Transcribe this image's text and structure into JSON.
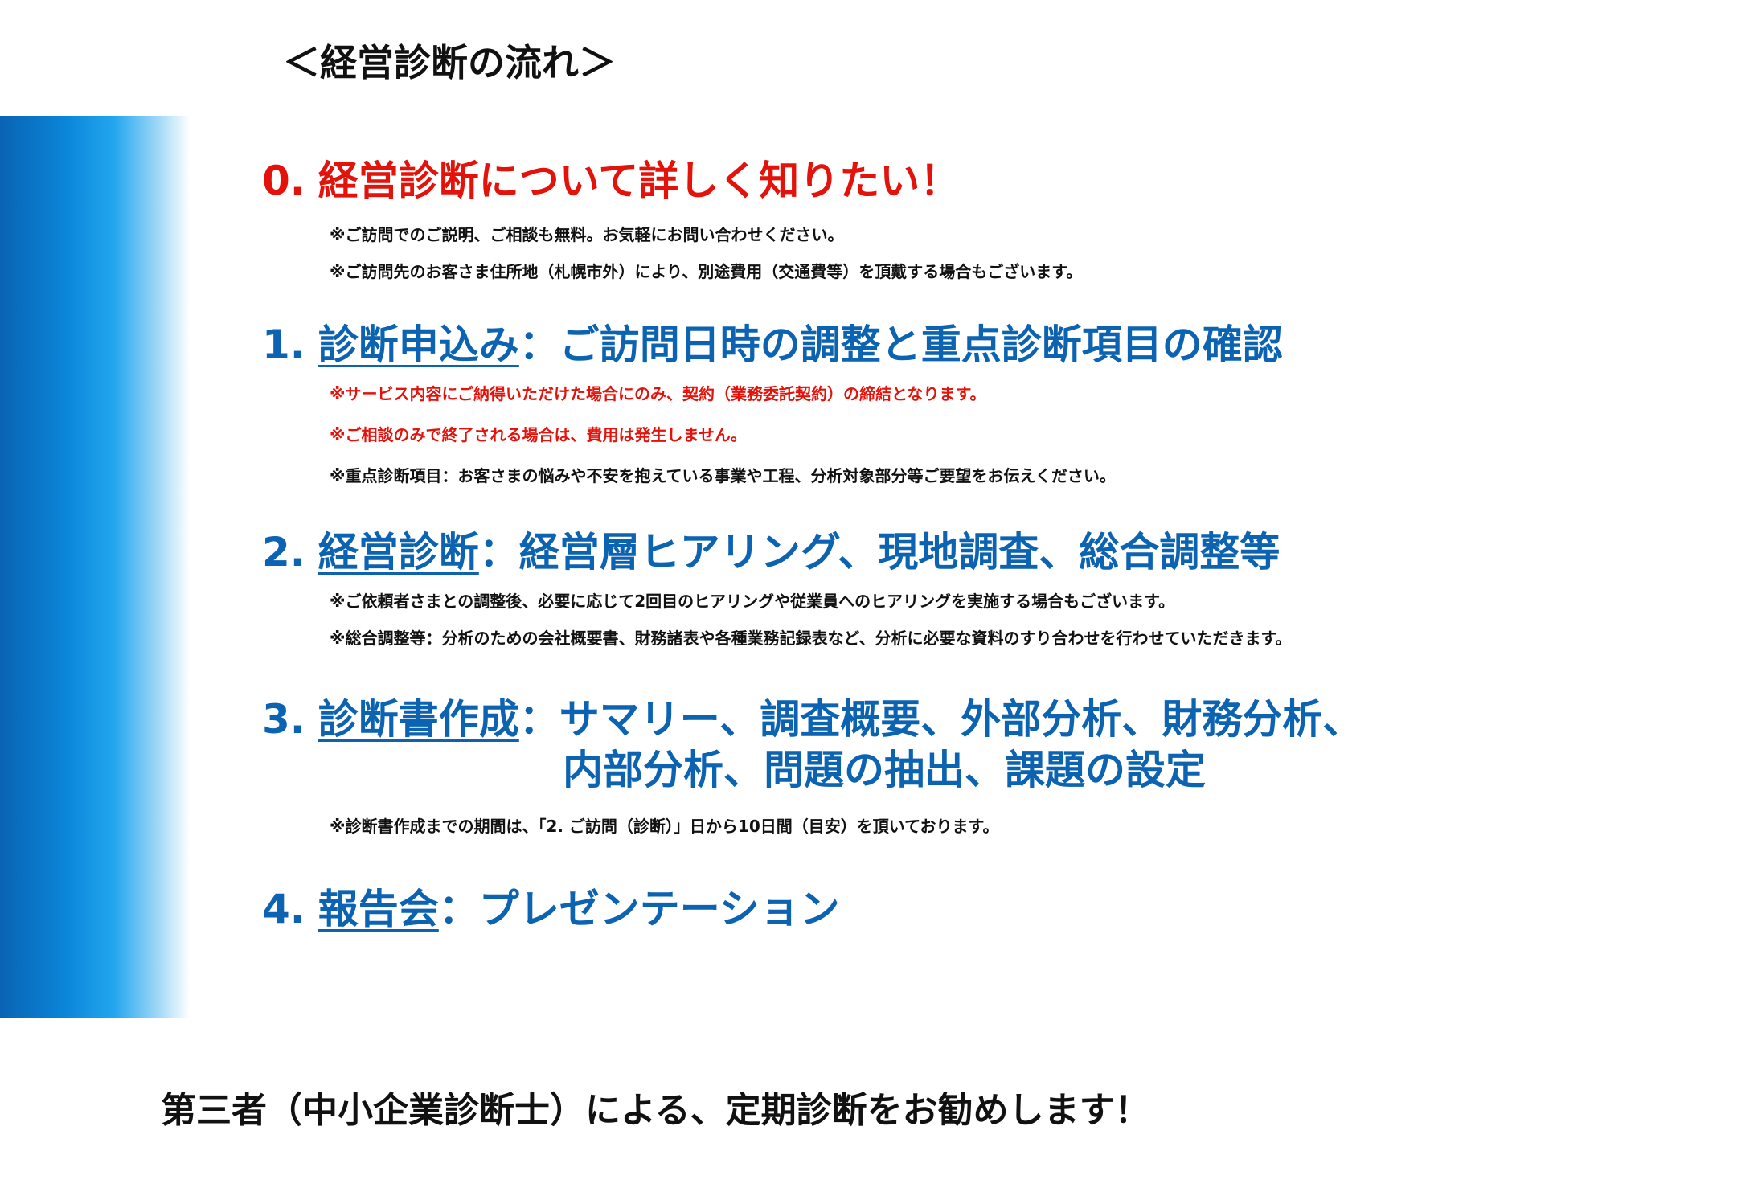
{
  "title": "＜経営診断の流れ＞",
  "steps": [
    {
      "num": "0.",
      "heading": "経営診断について詳しく知りたい！",
      "notes": [
        "※ご訪問でのご説明、ご相談も無料。お気軽にお問い合わせください。",
        "※ご訪問先のお客さま住所地（札幌市外）により、別途費用（交通費等）を頂戴する場合もございます。"
      ]
    },
    {
      "num": "1.",
      "name": "診断申込み",
      "desc": "：ご訪問日時の調整と重点診断項目の確認",
      "red_notes": [
        "※サービス内容にご納得いただけた場合にのみ、契約（業務委託契約）の締結となります。",
        "※ご相談のみで終了される場合は、費用は発生しません。"
      ],
      "notes": [
        "※重点診断項目：お客さまの悩みや不安を抱えている事業や工程、分析対象部分等ご要望をお伝えください。"
      ]
    },
    {
      "num": "2.",
      "name": "経営診断",
      "desc": "：経営層ヒアリング、現地調査、総合調整等",
      "notes": [
        "※ご依頼者さまとの調整後、必要に応じて2回目のヒアリングや従業員へのヒアリングを実施する場合もございます。",
        "※総合調整等：分析のための会社概要書、財務諸表や各種業務記録表など、分析に必要な資料のすり合わせを行わせていただきます。"
      ]
    },
    {
      "num": "3.",
      "name": "診断書作成",
      "desc": "：サマリー、調査概要、外部分析、財務分析、",
      "desc2": "内部分析、問題の抽出、課題の設定",
      "notes": [
        "※診断書作成までの期間は、「2. ご訪問（診断）」日から10日間（目安）を頂いております。"
      ]
    },
    {
      "num": "4.",
      "name": "報告会",
      "desc": "：プレゼンテーション"
    }
  ],
  "footer": "第三者（中小企業診断士）による、定期診断をお勧めします！",
  "colors": {
    "blue": "#0b63b2",
    "red": "#e3120b",
    "text": "#111111"
  }
}
